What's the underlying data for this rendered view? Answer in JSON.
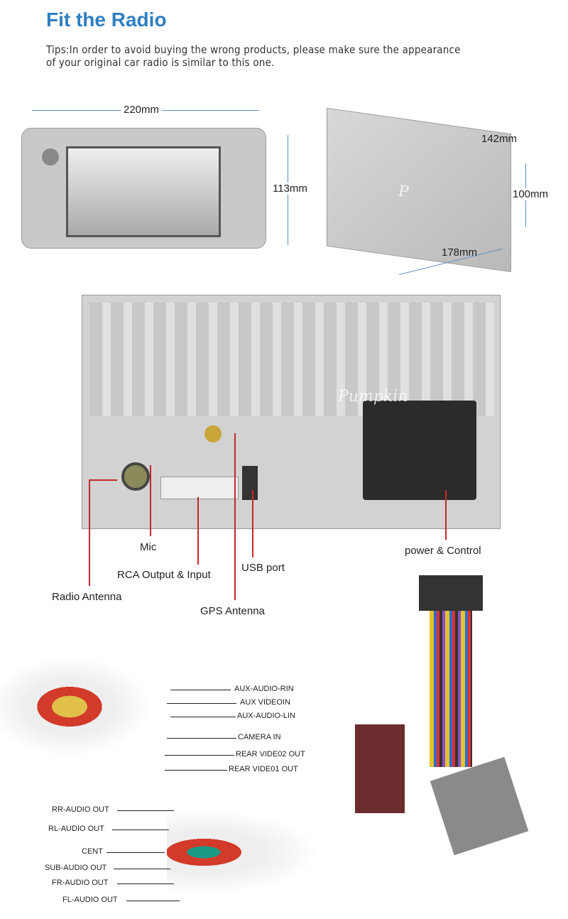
{
  "title": "Fit the Radio",
  "tips": [
    "Tips:In order to avoid buying the wrong products, please make sure the appearance",
    "of your original car radio is similar to this one."
  ],
  "watermark": "Pumpkin",
  "dimensions": {
    "front_width": "220mm",
    "front_height": "113mm",
    "depth": "142mm",
    "rear_height": "100mm",
    "rear_width": "178mm"
  },
  "ports": {
    "mic": "Mic",
    "rca": "RCA Output & Input",
    "usb": "USB port",
    "power": "power & Control",
    "radio_antenna": "Radio Antenna",
    "gps_antenna": "GPS Antenna"
  },
  "rca_cable": [
    "AUX-AUDIO-RIN",
    "AUX VIDEOIN",
    "AUX-AUDIO-LIN",
    "CAMERA IN",
    "REAR VIDE02 OUT",
    "REAR VIDE01 OUT"
  ],
  "audio_cable": [
    "RR-AUDIO OUT",
    "RL-AUDIO OUT",
    "CENT",
    "SUB-AUDIO OUT",
    "FR-AUDIO OUT",
    "FL-AUDIO OUT"
  ],
  "colors": {
    "title": "#2e7fc1",
    "dimension_line": "#5a8fc7",
    "port_pointer": "#c62828"
  }
}
